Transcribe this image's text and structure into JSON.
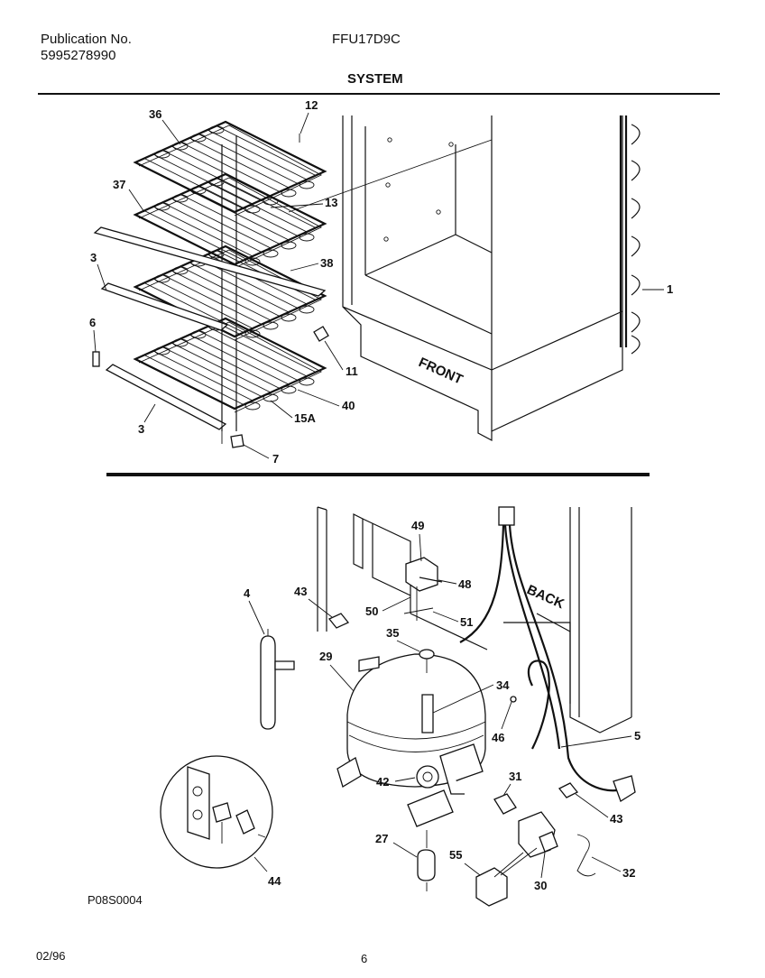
{
  "header": {
    "publication_label": "Publication No.",
    "publication_number": "5995278990",
    "model": "FFU17D9C",
    "section_title": "SYSTEM"
  },
  "diagram": {
    "cabinet_label_front": "FRONT",
    "cabinet_label_back": "BACK",
    "callouts_top": [
      "36",
      "12",
      "37",
      "13",
      "38",
      "3",
      "1",
      "6",
      "11",
      "40",
      "15A",
      "3",
      "7"
    ],
    "callouts_bottom": [
      "49",
      "48",
      "43",
      "50",
      "51",
      "4",
      "35",
      "29",
      "34",
      "46",
      "5",
      "42",
      "31",
      "43",
      "27",
      "55",
      "30",
      "32",
      "44"
    ]
  },
  "footer": {
    "figure_code": "P08S0004",
    "date": "02/96",
    "page_number": "6"
  }
}
